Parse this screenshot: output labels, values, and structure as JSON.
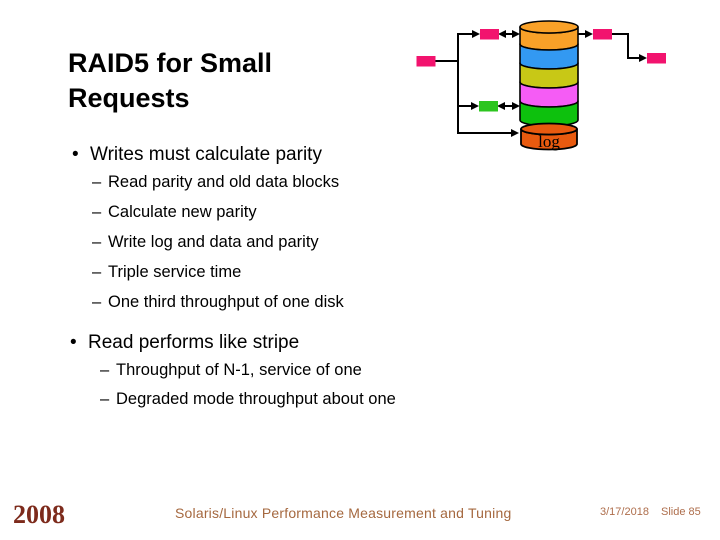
{
  "slide": {
    "title": "RAID5 for Small Requests",
    "bullet_char": "•",
    "dash_char": "–",
    "sections": [
      {
        "label": "Writes must calculate parity",
        "subs": [
          "Read parity and old data blocks",
          "Calculate new parity",
          "Write log and data and parity",
          "Triple service time",
          "One third throughput of one disk"
        ]
      },
      {
        "label": "Read performs like stripe",
        "subs": [
          "Throughput of N-1, service of one",
          "Degraded mode throughput about one"
        ]
      }
    ]
  },
  "diagram": {
    "log_label": "log",
    "colors": {
      "platter_orange": "#F9A128",
      "platter_blue": "#3399F2",
      "platter_olive": "#C8C816",
      "platter_magenta": "#F55CF5",
      "platter_green": "#0DC10D",
      "log_cylinder": "#E85A0F",
      "request_pink": "#F2136E",
      "request_green": "#2CC51F"
    }
  },
  "footer": {
    "year": "2008",
    "center": "Solaris/Linux Performance Measurement and Tuning",
    "date": "3/17/2018",
    "slide": "Slide 85"
  }
}
